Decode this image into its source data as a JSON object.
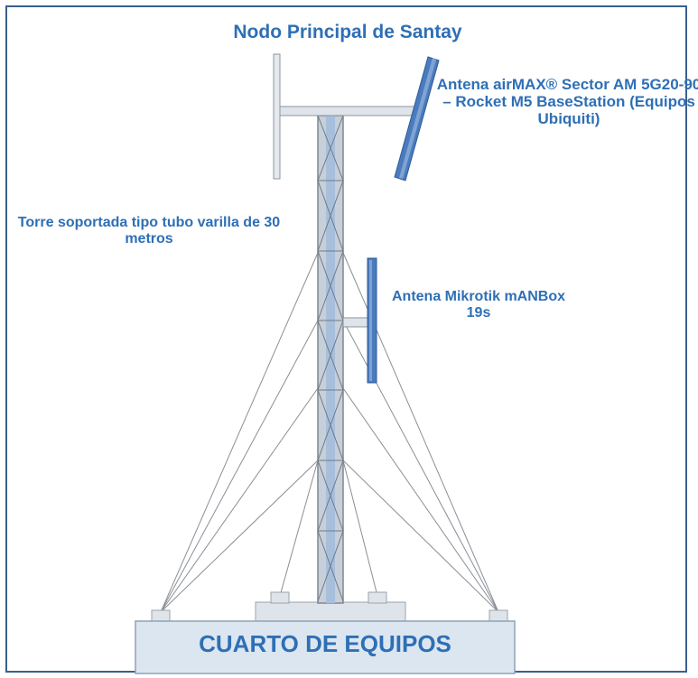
{
  "title": "Nodo Principal de Santay",
  "labels": {
    "sector_antenna": "Antena airMAX® Sector  AM 5G20-90 – Rocket M5 BaseStation (Equipos Ubiquiti)",
    "tower": "Torre soportada tipo tubo varilla de 30 metros",
    "mikrotik_antenna": "Antena Mikrotik mANBox 19s",
    "equipment_room": "CUARTO DE EQUIPOS"
  },
  "colors": {
    "text": "#2e6fb6",
    "frame": "#3a5f8f",
    "antenna_blue": "#4a7bbf",
    "tower_steel": "#b8c3cf",
    "room_fill": "#dbe6f0"
  }
}
